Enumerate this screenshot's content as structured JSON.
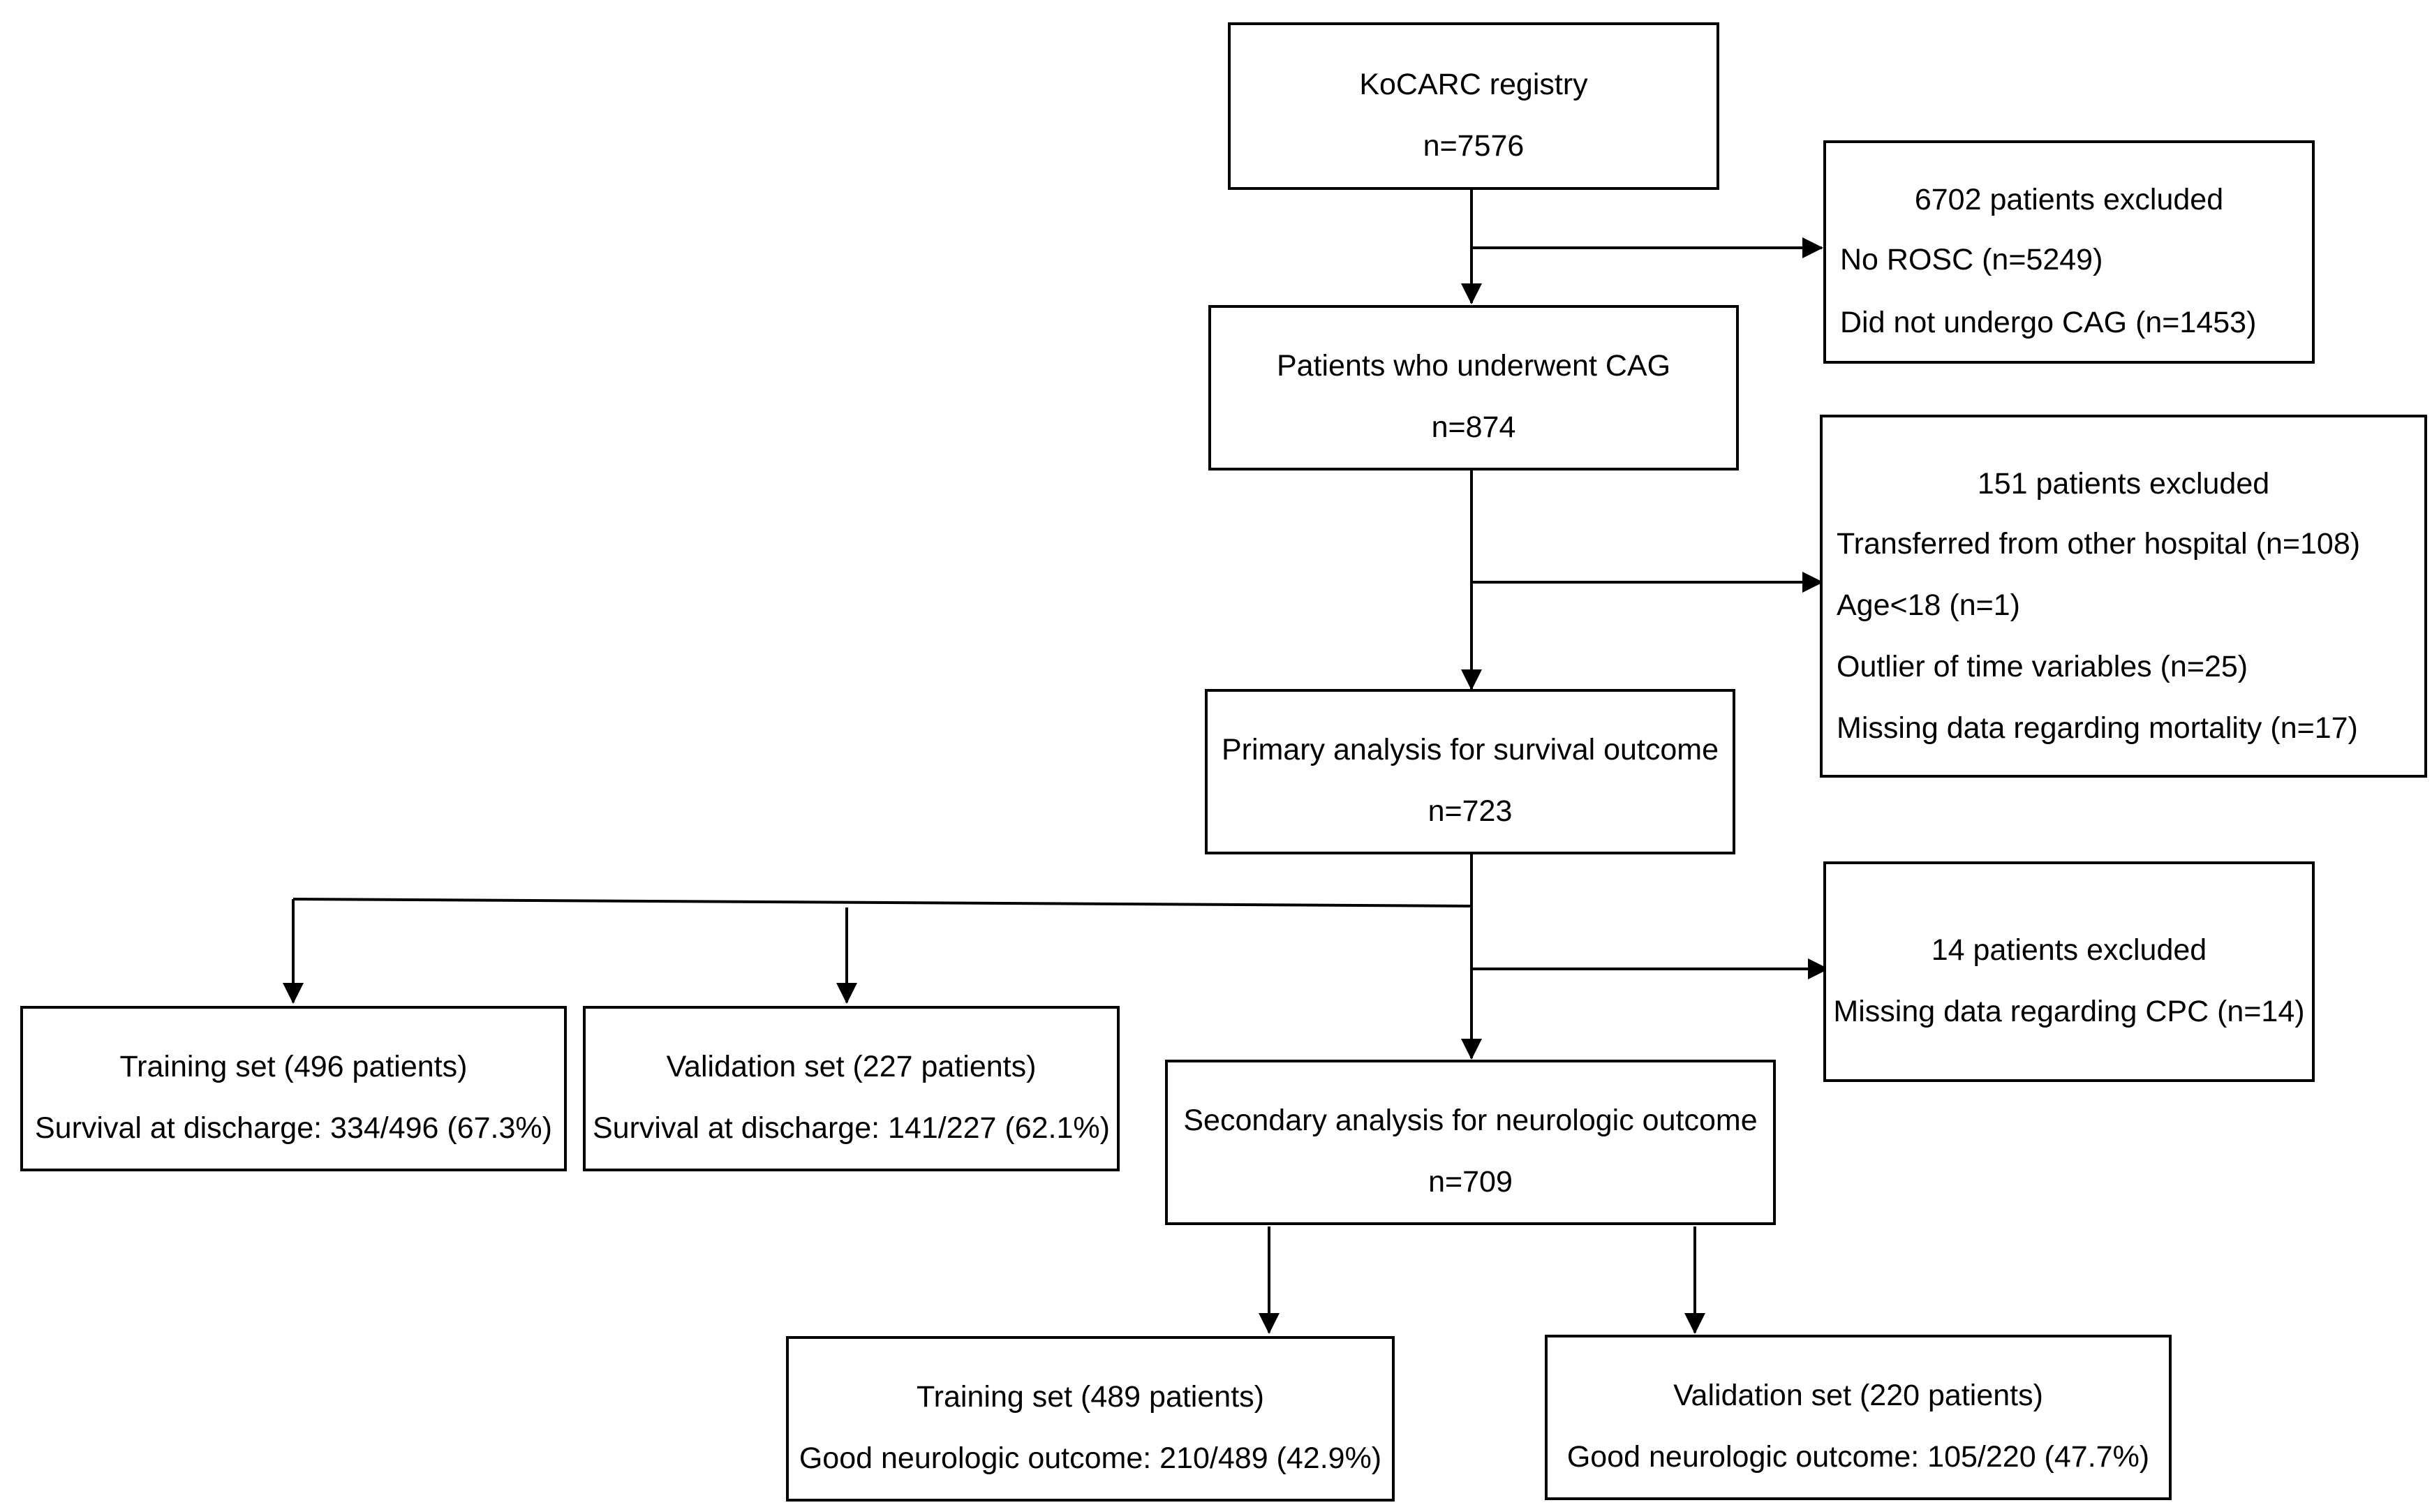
{
  "registry": {
    "title": "KoCARC registry",
    "count": "n=7576"
  },
  "exclusion1": {
    "title": "6702 patients excluded",
    "items": [
      "No ROSC (n=5249)",
      "Did not undergo CAG (n=1453)"
    ]
  },
  "cag": {
    "title": "Patients who underwent CAG",
    "count": "n=874"
  },
  "exclusion2": {
    "title": "151 patients excluded",
    "items": [
      "Transferred from other hospital (n=108)",
      "Age<18 (n=1)",
      "Outlier of time variables (n=25)",
      "Missing data regarding mortality (n=17)"
    ]
  },
  "primary": {
    "title": "Primary analysis for survival outcome",
    "count": "n=723"
  },
  "exclusion3": {
    "title": "14 patients excluded",
    "items": [
      "Missing data regarding CPC (n=14)"
    ]
  },
  "survival_training": {
    "title": "Training set (496 patients)",
    "detail": "Survival at discharge: 334/496 (67.3%)"
  },
  "survival_validation": {
    "title": "Validation set (227 patients)",
    "detail": "Survival at discharge: 141/227 (62.1%)"
  },
  "secondary": {
    "title": "Secondary analysis for neurologic outcome",
    "count": "n=709"
  },
  "neuro_training": {
    "title": "Training set (489 patients)",
    "detail": "Good neurologic outcome: 210/489 (42.9%)"
  },
  "neuro_validation": {
    "title": "Validation set (220 patients)",
    "detail": "Good neurologic outcome: 105/220 (47.7%)"
  }
}
